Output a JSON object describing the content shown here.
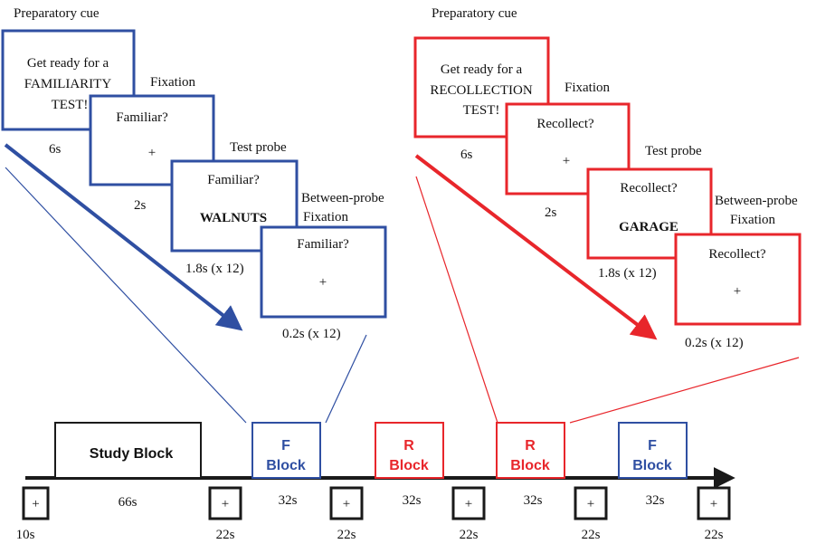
{
  "colors": {
    "blue": "#2f4fa2",
    "red": "#e8262b",
    "black": "#1a1a1a"
  },
  "familiarity": {
    "cue_label": "Preparatory cue",
    "cue_text": [
      "Get ready for a",
      "FAMILIARITY",
      "TEST!"
    ],
    "cue_time": "6s",
    "fixation_label": "Fixation",
    "fixation_prompt": "Familiar?",
    "fixation_symbol": "+",
    "fixation_time": "2s",
    "probe_label": "Test probe",
    "probe_prompt": "Familiar?",
    "probe_word": "WALNUTS",
    "probe_time": "1.8s (x 12)",
    "between_label": [
      "Between-probe",
      "Fixation"
    ],
    "between_prompt": "Familiar?",
    "between_symbol": "+",
    "between_time": "0.2s (x 12)"
  },
  "recollection": {
    "cue_label": "Preparatory cue",
    "cue_text": [
      "Get ready for a",
      "RECOLLECTION",
      "TEST!"
    ],
    "cue_time": "6s",
    "fixation_label": "Fixation",
    "fixation_prompt": "Recollect?",
    "fixation_symbol": "+",
    "fixation_time": "2s",
    "probe_label": "Test probe",
    "probe_prompt": "Recollect?",
    "probe_word": "GARAGE",
    "probe_time": "1.8s (x 12)",
    "between_label": [
      "Between-probe",
      "Fixation"
    ],
    "between_prompt": "Recollect?",
    "between_symbol": "+",
    "between_time": "0.2s (x 12)"
  },
  "timeline": {
    "study_block": "Study Block",
    "blocks": [
      {
        "letter": "F",
        "word": "Block",
        "color": "blue"
      },
      {
        "letter": "R",
        "word": "Block",
        "color": "red"
      },
      {
        "letter": "R",
        "word": "Block",
        "color": "red"
      },
      {
        "letter": "F",
        "word": "Block",
        "color": "blue"
      }
    ],
    "durations": [
      "66s",
      "32s",
      "32s",
      "32s",
      "32s"
    ],
    "fixation_symbol": "+",
    "fixation_times": [
      "10s",
      "22s",
      "22s",
      "22s",
      "22s",
      "22s"
    ]
  }
}
